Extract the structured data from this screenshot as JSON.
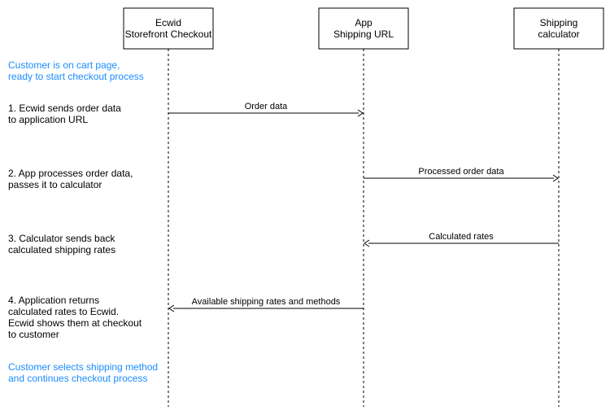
{
  "colors": {
    "note": "#1a8cff",
    "line": "#000000",
    "box_fill": "#ffffff"
  },
  "participants": [
    {
      "id": "ecwid",
      "line1": "Ecwid",
      "line2": "Storefront Checkout"
    },
    {
      "id": "app",
      "line1": "App",
      "line2": "Shipping URL"
    },
    {
      "id": "calc",
      "line1": "Shipping",
      "line2": "calculator"
    }
  ],
  "notes": {
    "start": "Customer is on cart page,\nready to start checkout process",
    "end": "Customer selects shipping method\nand continues checkout process"
  },
  "steps": [
    "1. Ecwid sends order data\nto application URL",
    "2. App processes order data,\npasses it to calculator",
    "3. Calculator sends back\ncalculated shipping rates",
    "4. Application returns\ncalculated rates to Ecwid.\nEcwid shows them at checkout\nto customer"
  ],
  "messages": [
    {
      "from": "ecwid",
      "to": "app",
      "label": "Order data"
    },
    {
      "from": "app",
      "to": "calc",
      "label": "Processed order data"
    },
    {
      "from": "calc",
      "to": "app",
      "label": "Calculated rates"
    },
    {
      "from": "app",
      "to": "ecwid",
      "label": "Available shipping rates and methods"
    }
  ]
}
